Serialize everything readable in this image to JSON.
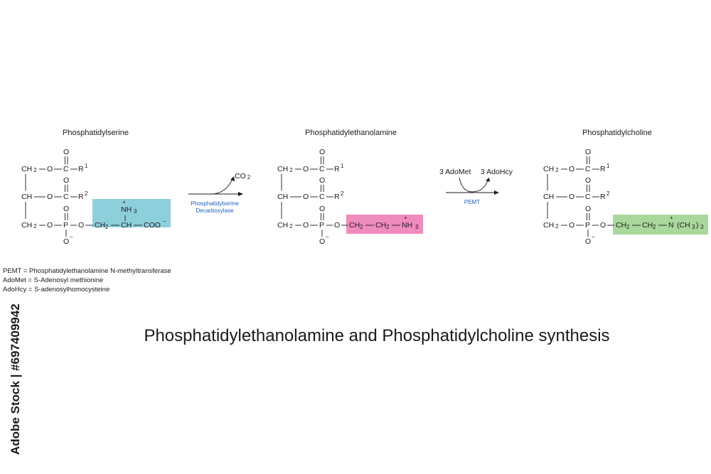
{
  "title": "Phosphatidylethanolamine and Phosphatidylcholine synthesis",
  "molecules": [
    {
      "name": "Phosphatidylserine",
      "headgroup": [
        "CH 2",
        "CH",
        "COO",
        "NH 3"
      ],
      "highlight_color": "#8ecfdc"
    },
    {
      "name": "Phosphatidylethanolamine",
      "headgroup": [
        "CH 2",
        "CH 2",
        "NH 3"
      ],
      "highlight_color": "#f08bbd"
    },
    {
      "name": "Phosphatidylcholine",
      "headgroup": [
        "CH 2",
        "CH 2",
        "N",
        "(CH 3)3"
      ],
      "highlight_color": "#a9d89c"
    }
  ],
  "backbone": {
    "ch2": "CH 2",
    "ch": "CH",
    "o": "O",
    "c": "C",
    "p": "P",
    "r1": "R 1",
    "r2": "R 2",
    "plus": "+",
    "minus": "−"
  },
  "reactions": [
    {
      "enzyme_line1": "Phosphatidylserine",
      "enzyme_line2": "Decarboxylase",
      "product": "CO 2"
    },
    {
      "enzyme": "PEMT",
      "substrate": "3 AdoMet",
      "byproduct": "3 AdoHcy"
    }
  ],
  "legend": [
    "PEMT = Phosphatidylethanolamine N-methyltransferase",
    "AdoMet = S-Adenosyl methionine",
    "AdoHcy = S-adenosylhomocysteine"
  ],
  "watermark": "Adobe Stock | #697409942",
  "colors": {
    "enzyme_text": "#1f5fbf",
    "serine_box": "#8ecfdc",
    "ethanolamine_box": "#f08bbd",
    "choline_box": "#a9d89c"
  }
}
